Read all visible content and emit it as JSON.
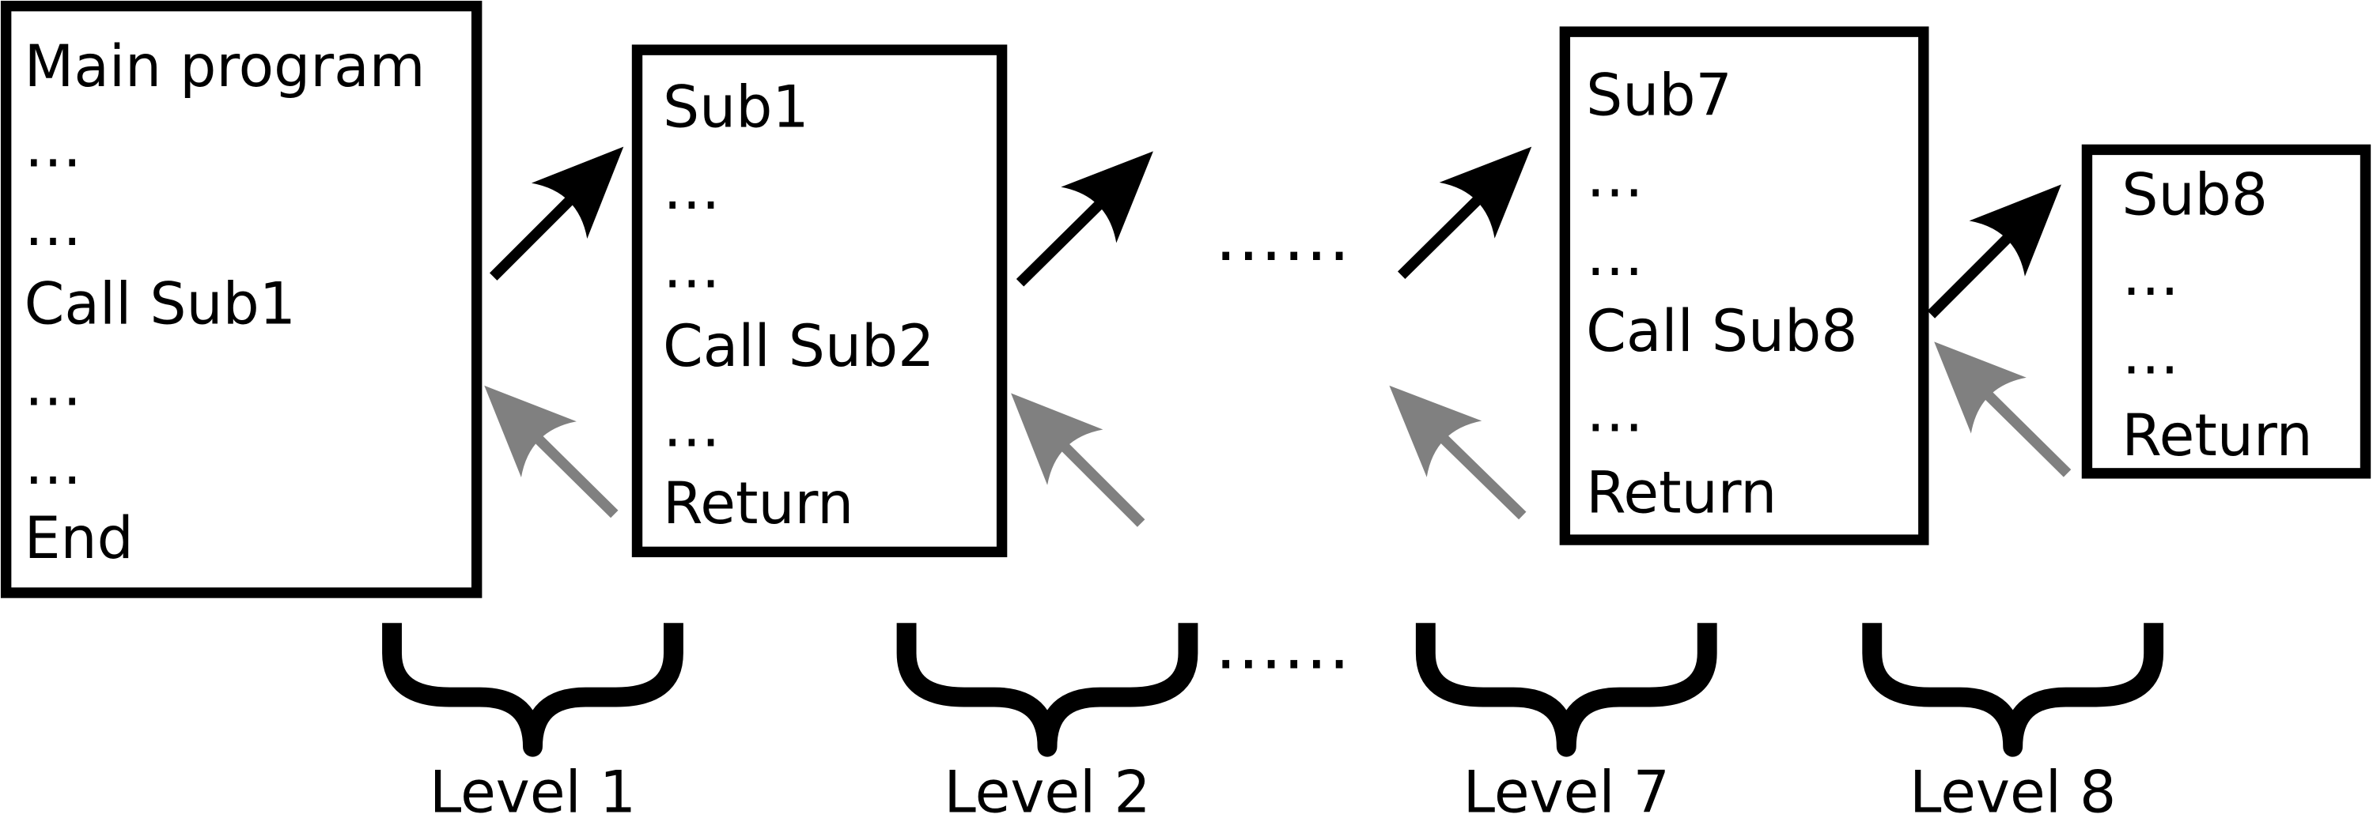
{
  "blocks": [
    {
      "lines": [
        "Main program",
        "…",
        "…",
        "Call Sub1",
        "…",
        "…",
        "End"
      ]
    },
    {
      "lines": [
        "Sub1",
        "…",
        "…",
        "Call Sub2",
        "…",
        "Return"
      ]
    },
    {
      "lines": [
        "Sub7",
        "…",
        "…",
        "Call Sub8",
        "…",
        "Return"
      ]
    },
    {
      "lines": [
        "Sub8",
        "…",
        "…",
        "Return"
      ]
    }
  ],
  "ellipsis_top": "......",
  "ellipsis_bottom": "......",
  "levels": [
    "Level 1",
    "Level 2",
    "Level 7",
    "Level 8"
  ],
  "colors": {
    "call_arrow": "#000000",
    "return_arrow": "#808080"
  }
}
